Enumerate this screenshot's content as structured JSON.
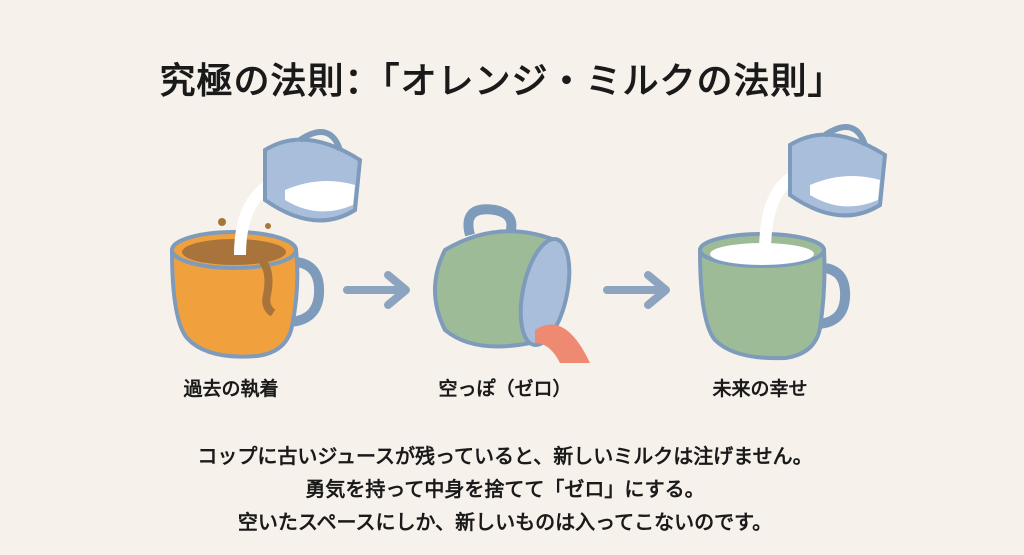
{
  "title": "究極の法則：「オレンジ・ミルクの法則」",
  "steps": [
    {
      "label": "過去の執着",
      "icon": "orange-juice-cup-with-milk-pouring-icon"
    },
    {
      "label": "空っぽ（ゼロ）",
      "icon": "tipped-empty-cup-icon"
    },
    {
      "label": "未来の幸せ",
      "icon": "milk-cup-with-milk-pouring-icon"
    }
  ],
  "body": [
    "コップに古いジュースが残っていると、新しいミルクは注げません。",
    "勇気を持って中身を捨てて「ゼロ」にする。",
    "空いたスペースにしか、新しいものは入ってこないのです。"
  ],
  "colors": {
    "background": "#f6f1eb",
    "orange": "#f0a03c",
    "green": "#9dbb97",
    "outline": "#7f9bbb",
    "pitcher": "#a9bedb",
    "milk": "#ffffff",
    "spill": "#ef8a72"
  }
}
